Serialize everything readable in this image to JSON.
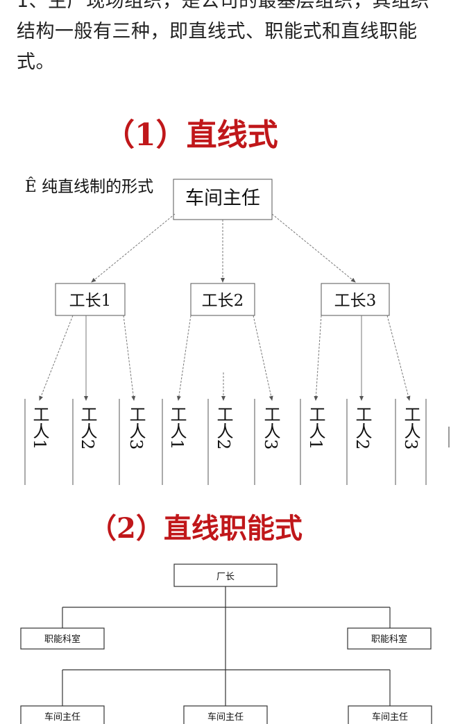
{
  "intro": {
    "line1": "1、生产现场组织，是公司的最基层组织，其组织",
    "line2": "结构一般有三种，即直线式、职能式和直线职能",
    "line3": "式。"
  },
  "section1": {
    "heading": "（1）直线式",
    "side_label": "Ê 纯直线制的形式",
    "root": "车间主任",
    "foremen": [
      "工长1",
      "工长2",
      "工长3"
    ],
    "workers": [
      "工人1",
      "工人2",
      "工人3",
      "工人1",
      "工人2",
      "工人3",
      "工人1",
      "工人2",
      "工人3"
    ]
  },
  "section2": {
    "heading": "（2）直线职能式",
    "root": "厂长",
    "staff": [
      "职能科室",
      "职能科室"
    ],
    "managers": [
      "车间主任",
      "车间主任",
      "车间主任"
    ]
  }
}
